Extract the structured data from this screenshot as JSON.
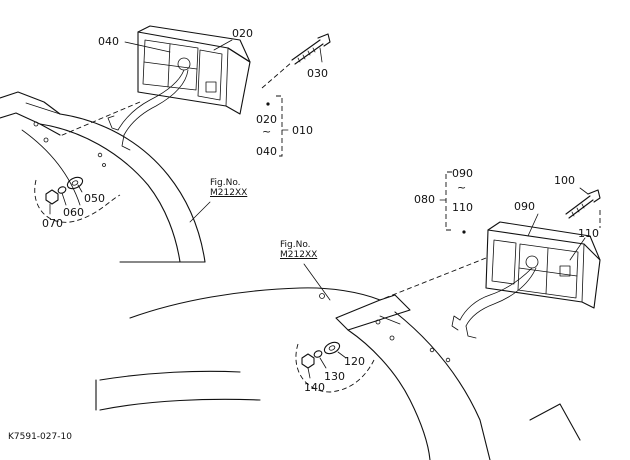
{
  "callouts": {
    "c020": "020",
    "c040": "040",
    "c030": "030",
    "c020b": "020",
    "c010": "010",
    "c040b": "040",
    "c050": "050",
    "c060": "060",
    "c070": "070",
    "c090a": "090",
    "c080": "080",
    "c110a": "110",
    "c090b": "090",
    "c100": "100",
    "c110b": "110",
    "c120": "120",
    "c130": "130",
    "c140": "140",
    "tilde1": "~",
    "tilde2": "~"
  },
  "figrefs": {
    "left_title": "Fig.No.",
    "left_code": "M212XX",
    "right_title": "Fig.No.",
    "right_code": "M212XX"
  },
  "drawing_number": "K7591-027-10"
}
